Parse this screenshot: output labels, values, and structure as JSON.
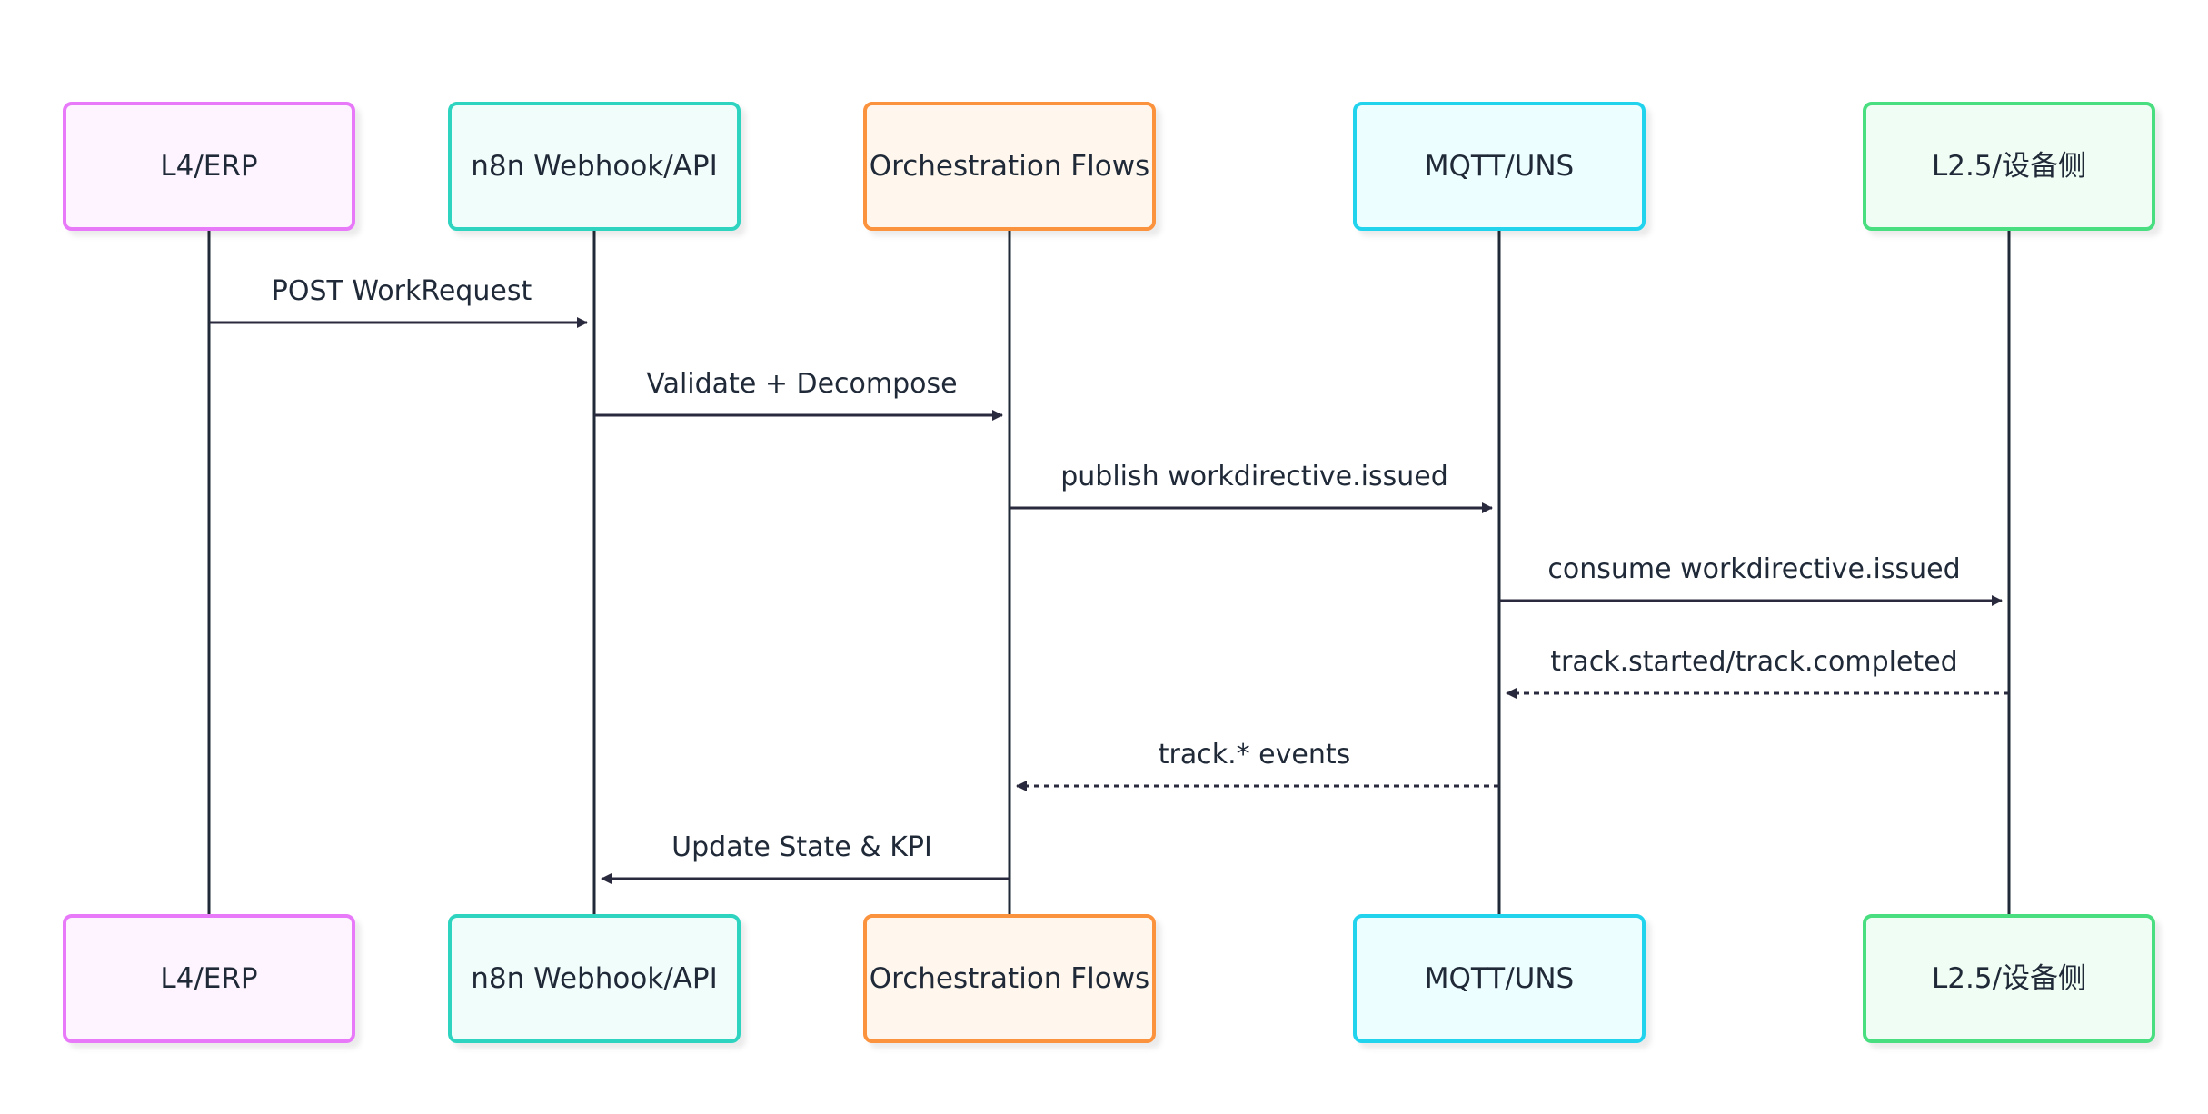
{
  "participants": [
    {
      "key": "erp",
      "label": "L4/ERP",
      "stroke": "#e879f9",
      "fill": "#fdf4ff"
    },
    {
      "key": "n8n",
      "label": "n8n Webhook/API",
      "stroke": "#2dd4bf",
      "fill": "#f0fdfa"
    },
    {
      "key": "orch",
      "label": "Orchestration Flows",
      "stroke": "#fb923c",
      "fill": "#fff7ed"
    },
    {
      "key": "mqtt",
      "label": "MQTT/UNS",
      "stroke": "#22d3ee",
      "fill": "#ecfeff"
    },
    {
      "key": "dev",
      "label": "L2.5/设备侧",
      "stroke": "#4ade80",
      "fill": "#f0fdf4"
    }
  ],
  "messages": [
    {
      "from": 0,
      "to": 1,
      "label": "POST WorkRequest",
      "style": "solid"
    },
    {
      "from": 1,
      "to": 2,
      "label": "Validate + Decompose",
      "style": "solid"
    },
    {
      "from": 2,
      "to": 3,
      "label": "publish workdirective.issued",
      "style": "solid"
    },
    {
      "from": 3,
      "to": 4,
      "label": "consume workdirective.issued",
      "style": "solid"
    },
    {
      "from": 4,
      "to": 3,
      "label": "track.started/track.completed",
      "style": "dashed"
    },
    {
      "from": 3,
      "to": 2,
      "label": "track.* events",
      "style": "dashed"
    },
    {
      "from": 2,
      "to": 1,
      "label": "Update State & KPI",
      "style": "solid"
    }
  ],
  "colors": {
    "lifeline": "#1f2937",
    "arrow": "#2a2a3e"
  }
}
